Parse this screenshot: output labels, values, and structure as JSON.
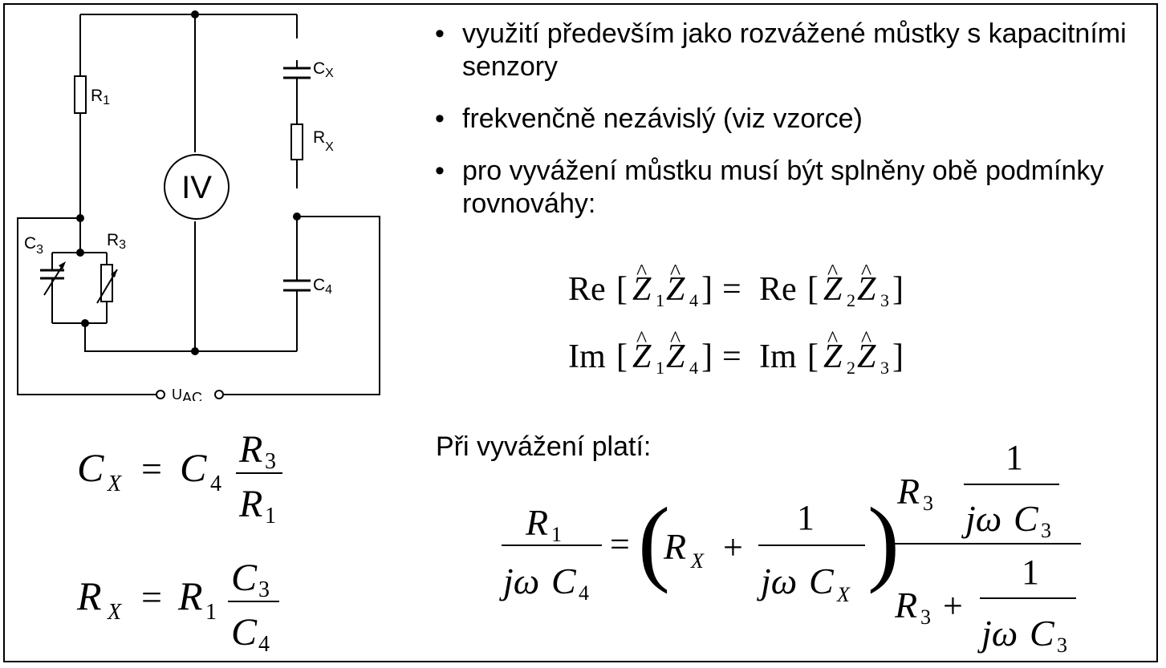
{
  "circuit": {
    "labels": {
      "r1": "R",
      "r1_sub": "1",
      "r3": "R",
      "r3_sub": "3",
      "rx": "R",
      "rx_sub": "X",
      "c3": "C",
      "c3_sub": "3",
      "c4": "C",
      "c4_sub": "4",
      "cx": "C",
      "cx_sub": "X",
      "meter": "IV",
      "source": "U",
      "source_sub": "AC"
    }
  },
  "bullets": [
    {
      "marker": "•",
      "text": "využití především jako rozvážené můstky s kapacitními senzory"
    },
    {
      "marker": "•",
      "text": "frekvenčně nezávislý (viz vzorce)"
    },
    {
      "marker": "•",
      "text": "pro vyvážení můstku musí být splněny obě podmínky rovnováhy:"
    }
  ],
  "balance_label": "Při vyvážení platí:",
  "formulas": {
    "re_fn": "Re",
    "im_fn": "Im",
    "eq": "=",
    "plus": "+",
    "lbr": "[",
    "rbr": "]",
    "Z": "Z",
    "hat": "^",
    "s1": "1",
    "s2": "2",
    "s3": "3",
    "s4": "4",
    "C": "C",
    "R": "R",
    "X": "X",
    "one": "1",
    "jw": "jω",
    "lparen": "(",
    "rparen": ")"
  }
}
